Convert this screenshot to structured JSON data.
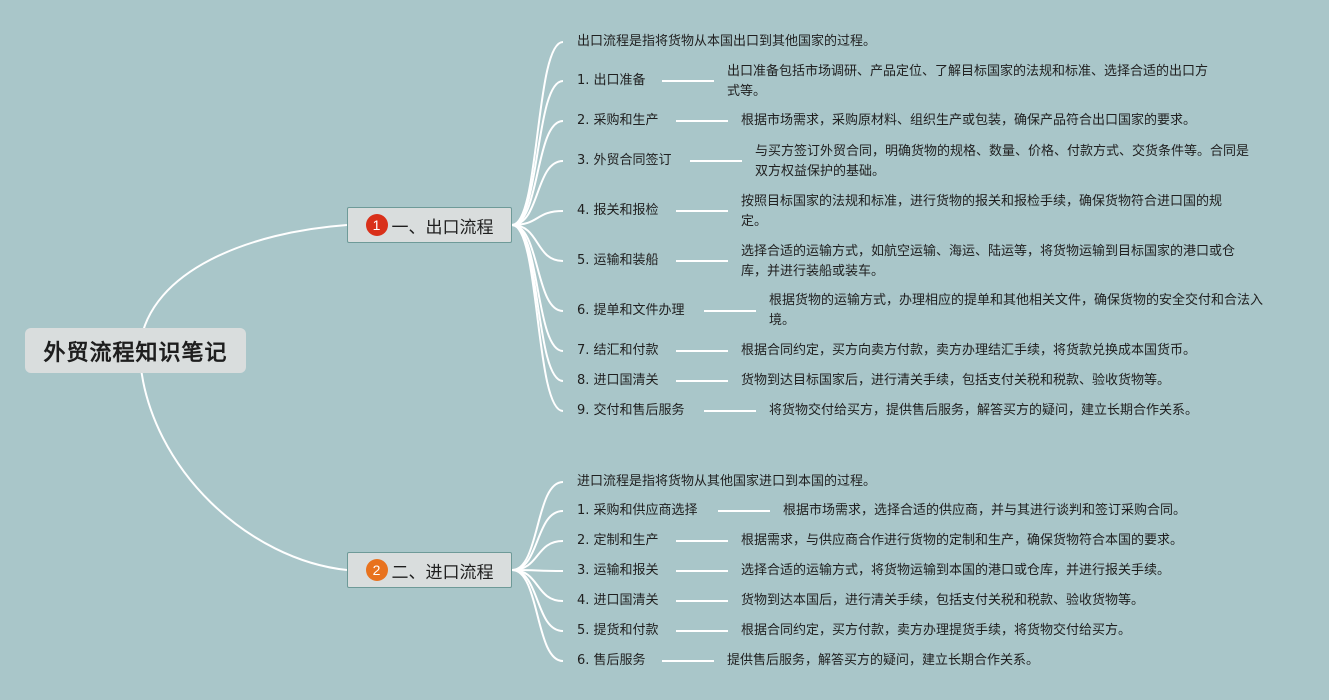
{
  "root": {
    "title": "外贸流程知识笔记"
  },
  "branches": [
    {
      "number": "1",
      "label": "一、出口流程",
      "badge_color": "#d9301a",
      "intro": "出口流程是指将货物从本国出口到其他国家的过程。",
      "items": [
        {
          "label": "1. 出口准备",
          "desc": "出口准备包括市场调研、产品定位、了解目标国家的法规和标准、选择合适的出口方式等。"
        },
        {
          "label": "2. 采购和生产",
          "desc": "根据市场需求，采购原材料、组织生产或包装，确保产品符合出口国家的要求。"
        },
        {
          "label": "3. 外贸合同签订",
          "desc": "与买方签订外贸合同，明确货物的规格、数量、价格、付款方式、交货条件等。合同是双方权益保护的基础。"
        },
        {
          "label": "4. 报关和报检",
          "desc": "按照目标国家的法规和标准，进行货物的报关和报检手续，确保货物符合进口国的规定。"
        },
        {
          "label": "5. 运输和装船",
          "desc": "选择合适的运输方式，如航空运输、海运、陆运等，将货物运输到目标国家的港口或仓库，并进行装船或装车。"
        },
        {
          "label": "6. 提单和文件办理",
          "desc": "根据货物的运输方式，办理相应的提单和其他相关文件，确保货物的安全交付和合法入境。"
        },
        {
          "label": "7. 结汇和付款",
          "desc": "根据合同约定，买方向卖方付款，卖方办理结汇手续，将货款兑换成本国货币。"
        },
        {
          "label": "8. 进口国清关",
          "desc": "货物到达目标国家后，进行清关手续，包括支付关税和税款、验收货物等。"
        },
        {
          "label": "9. 交付和售后服务",
          "desc": "将货物交付给买方，提供售后服务，解答买方的疑问，建立长期合作关系。"
        }
      ]
    },
    {
      "number": "2",
      "label": "二、进口流程",
      "badge_color": "#e8721e",
      "intro": "进口流程是指将货物从其他国家进口到本国的过程。",
      "items": [
        {
          "label": "1. 采购和供应商选择",
          "desc": "根据市场需求，选择合适的供应商，并与其进行谈判和签订采购合同。"
        },
        {
          "label": "2. 定制和生产",
          "desc": "根据需求，与供应商合作进行货物的定制和生产，确保货物符合本国的要求。"
        },
        {
          "label": "3. 运输和报关",
          "desc": "选择合适的运输方式，将货物运输到本国的港口或仓库，并进行报关手续。"
        },
        {
          "label": "4. 进口国清关",
          "desc": "货物到达本国后，进行清关手续，包括支付关税和税款、验收货物等。"
        },
        {
          "label": "5. 提货和付款",
          "desc": "根据合同约定，买方付款，卖方办理提货手续，将货物交付给买方。"
        },
        {
          "label": "6. 售后服务",
          "desc": "提供售后服务，解答买方的疑问，建立长期合作关系。"
        }
      ]
    }
  ]
}
